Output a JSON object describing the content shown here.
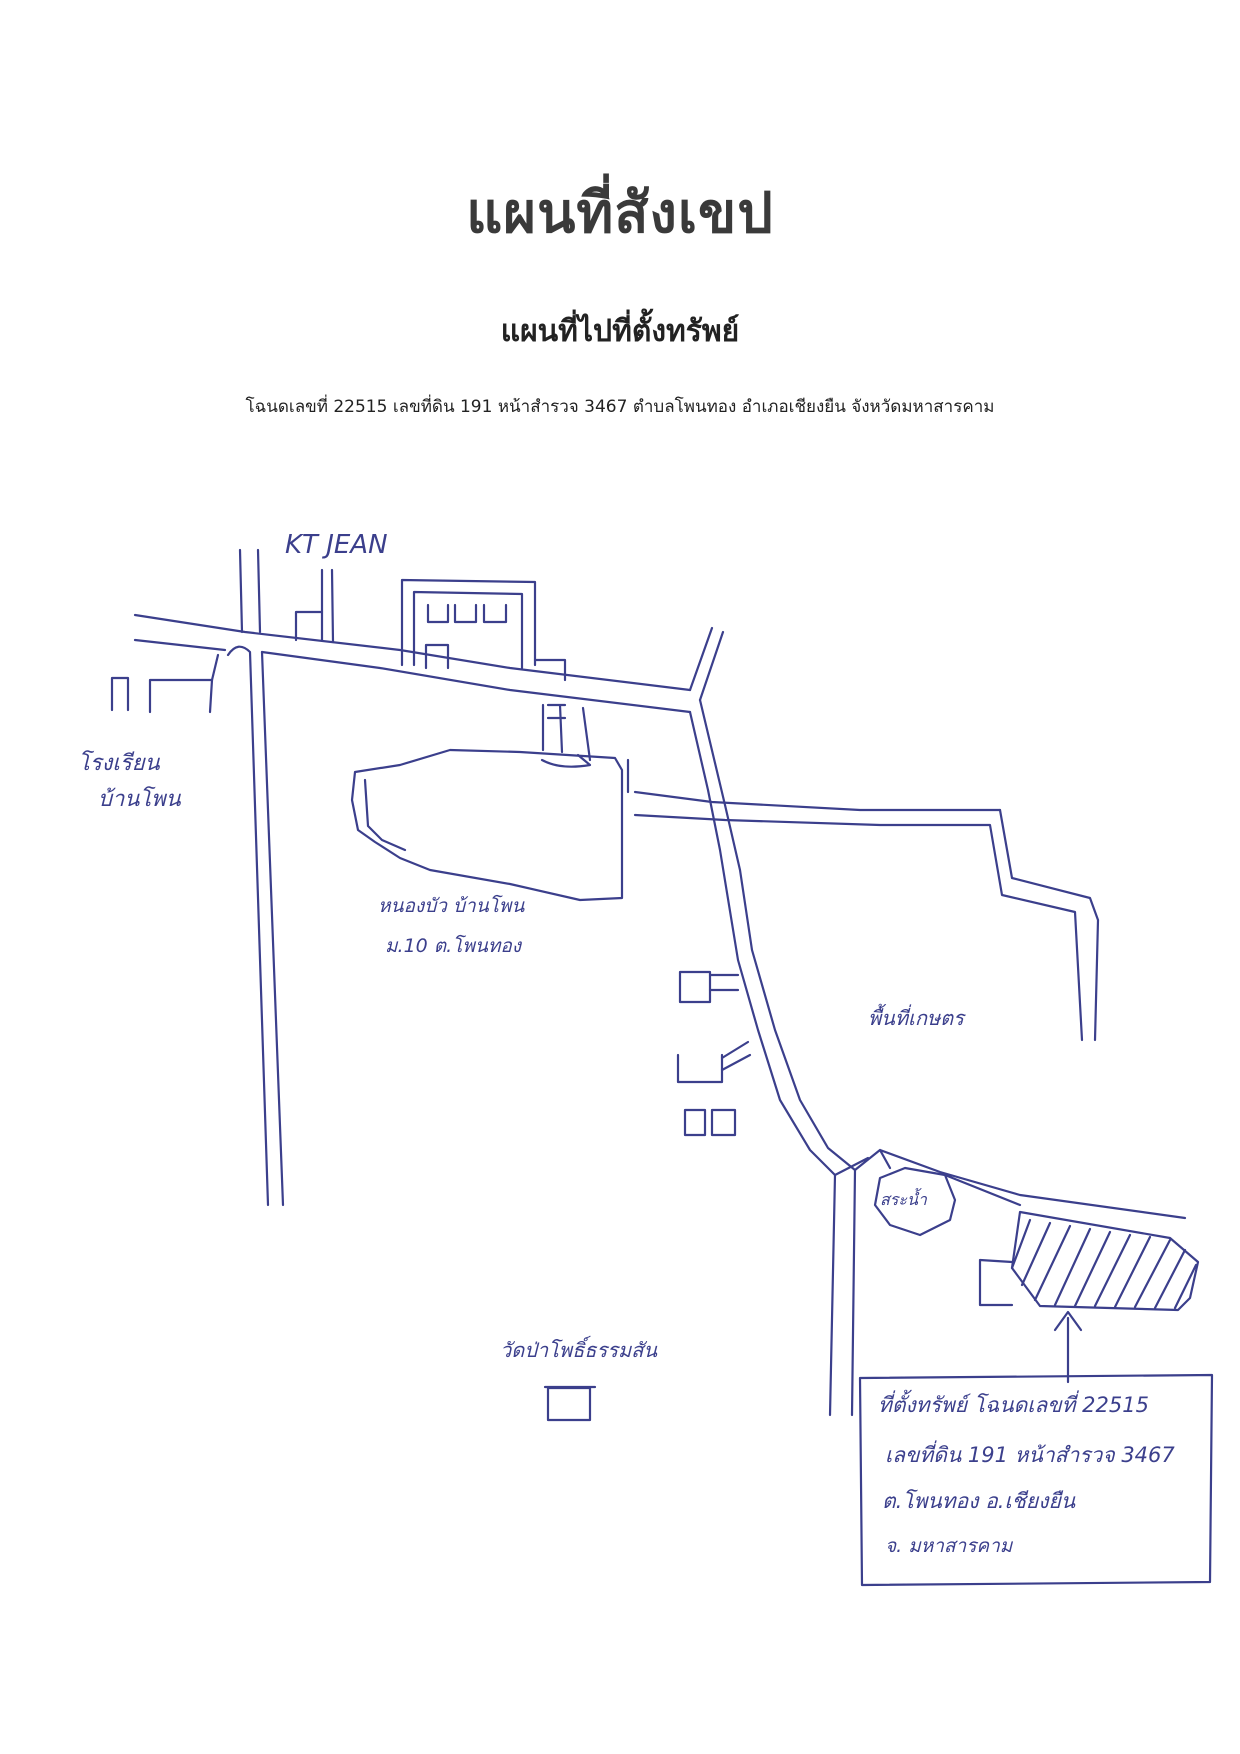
{
  "header": {
    "title": "แผนที่สังเขป",
    "subtitle": "แผนที่ไปที่ตั้งทรัพย์",
    "deed_line": "โฉนดเลขที่ 22515 เลขที่ดิน 191 หน้าสำรวจ 3467 ตำบลโพนทอง อำเภอเชียงยืน จังหวัดมหาสารคาม"
  },
  "map": {
    "ink_color": "#3b3f8c",
    "labels": {
      "kt_jean": "KT JEAN",
      "school_line1": "โรงเรียน",
      "school_line2": "บ้านโพน",
      "pond_line1": "หนองบัว บ้านโพน",
      "pond_line2": "ม.10 ต.โพนทอง",
      "farmland": "พื้นที่เกษตร",
      "reservoir": "สระน้ำ",
      "temple": "วัดป่าโพธิ์ธรรมสัน"
    },
    "property_box": {
      "line1": "ที่ตั้งทรัพย์ โฉนดเลขที่ 22515",
      "line2": "เลขที่ดิน 191 หน้าสำรวจ 3467",
      "line3": "ต.โพนทอง อ.เชียงยืน",
      "line4": "จ. มหาสารคาม"
    }
  }
}
